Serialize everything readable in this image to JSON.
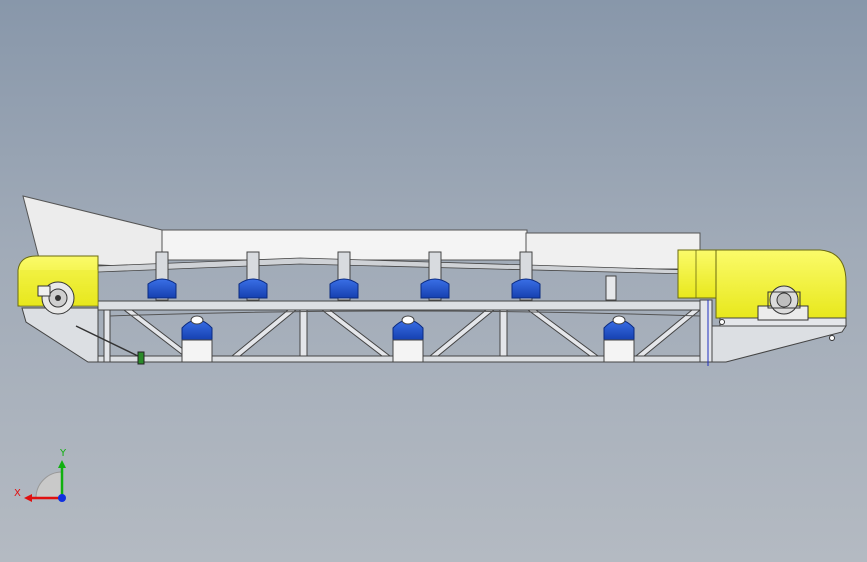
{
  "viewport": {
    "background_top": "#8897aa",
    "background_bottom": "#b4bac2"
  },
  "model": {
    "colors": {
      "guard_yellow": "#f2f226",
      "roller_blue": "#1e4fc8",
      "frame_grey": "#d6d9de",
      "edge": "#4a4a4a",
      "skirt_white": "#f2f2f2"
    },
    "upper_idler_count": 5,
    "lower_idler_count": 3
  },
  "triad": {
    "x_label": "X",
    "y_label": "Y",
    "x_color": "#e01010",
    "y_color": "#10b010",
    "z_color": "#1030e0"
  }
}
